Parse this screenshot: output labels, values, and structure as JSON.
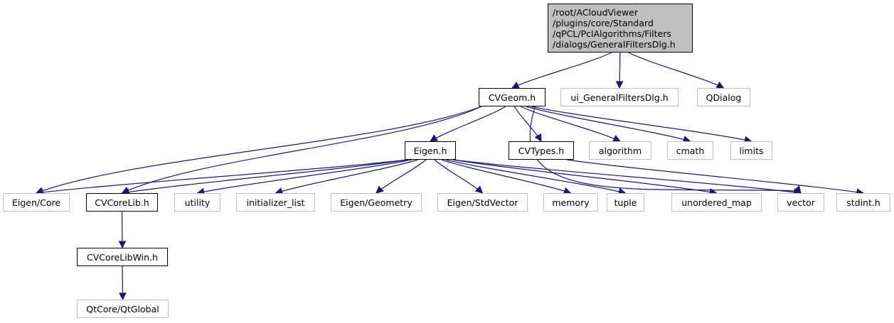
{
  "colors": {
    "edge": "#191970",
    "root_fill": "#bfbfbf",
    "local_border": "#000000",
    "external_border": "#bfbfbf"
  },
  "root": {
    "id": "root",
    "lines": [
      "/root/ACloudViewer",
      "/plugins/core/Standard",
      "/qPCL/PclAlgorithms/Filters",
      "/dialogs/GeneralFiltersDlg.h"
    ]
  },
  "nodes": [
    {
      "id": "cvgeom",
      "label": "CVGeom.h",
      "kind": "local"
    },
    {
      "id": "ui_gfd",
      "label": "ui_GeneralFiltersDlg.h",
      "kind": "external"
    },
    {
      "id": "qdialog",
      "label": "QDialog",
      "kind": "external"
    },
    {
      "id": "eigen",
      "label": "Eigen.h",
      "kind": "local"
    },
    {
      "id": "cvtypes",
      "label": "CVTypes.h",
      "kind": "local"
    },
    {
      "id": "algorithm",
      "label": "algorithm",
      "kind": "external"
    },
    {
      "id": "cmath",
      "label": "cmath",
      "kind": "external"
    },
    {
      "id": "limits",
      "label": "limits",
      "kind": "external"
    },
    {
      "id": "eigen_core",
      "label": "Eigen/Core",
      "kind": "external"
    },
    {
      "id": "cvcorelib",
      "label": "CVCoreLib.h",
      "kind": "local"
    },
    {
      "id": "utility",
      "label": "utility",
      "kind": "external"
    },
    {
      "id": "init_list",
      "label": "initializer_list",
      "kind": "external"
    },
    {
      "id": "eigen_geom",
      "label": "Eigen/Geometry",
      "kind": "external"
    },
    {
      "id": "eigen_stdvec",
      "label": "Eigen/StdVector",
      "kind": "external"
    },
    {
      "id": "memory",
      "label": "memory",
      "kind": "external"
    },
    {
      "id": "tuple",
      "label": "tuple",
      "kind": "external"
    },
    {
      "id": "unordered_map",
      "label": "unordered_map",
      "kind": "external"
    },
    {
      "id": "vector",
      "label": "vector",
      "kind": "external"
    },
    {
      "id": "stdint",
      "label": "stdint.h",
      "kind": "external"
    },
    {
      "id": "cvcorelibwin",
      "label": "CVCoreLibWin.h",
      "kind": "local"
    },
    {
      "id": "qtglobal",
      "label": "QtCore/QtGlobal",
      "kind": "external"
    }
  ],
  "edges": [
    [
      "root",
      "cvgeom"
    ],
    [
      "root",
      "ui_gfd"
    ],
    [
      "root",
      "qdialog"
    ],
    [
      "cvgeom",
      "eigen"
    ],
    [
      "cvgeom",
      "cvtypes"
    ],
    [
      "cvgeom",
      "algorithm"
    ],
    [
      "cvgeom",
      "cmath"
    ],
    [
      "cvgeom",
      "limits"
    ],
    [
      "cvgeom",
      "eigen_core"
    ],
    [
      "cvgeom",
      "cvcorelib"
    ],
    [
      "cvgeom",
      "vector"
    ],
    [
      "eigen",
      "eigen_core"
    ],
    [
      "eigen",
      "cvcorelib"
    ],
    [
      "eigen",
      "utility"
    ],
    [
      "eigen",
      "init_list"
    ],
    [
      "eigen",
      "eigen_geom"
    ],
    [
      "eigen",
      "eigen_stdvec"
    ],
    [
      "eigen",
      "memory"
    ],
    [
      "eigen",
      "tuple"
    ],
    [
      "eigen",
      "unordered_map"
    ],
    [
      "eigen",
      "vector"
    ],
    [
      "cvtypes",
      "stdint"
    ],
    [
      "cvcorelib",
      "cvcorelibwin"
    ],
    [
      "cvcorelibwin",
      "qtglobal"
    ]
  ]
}
